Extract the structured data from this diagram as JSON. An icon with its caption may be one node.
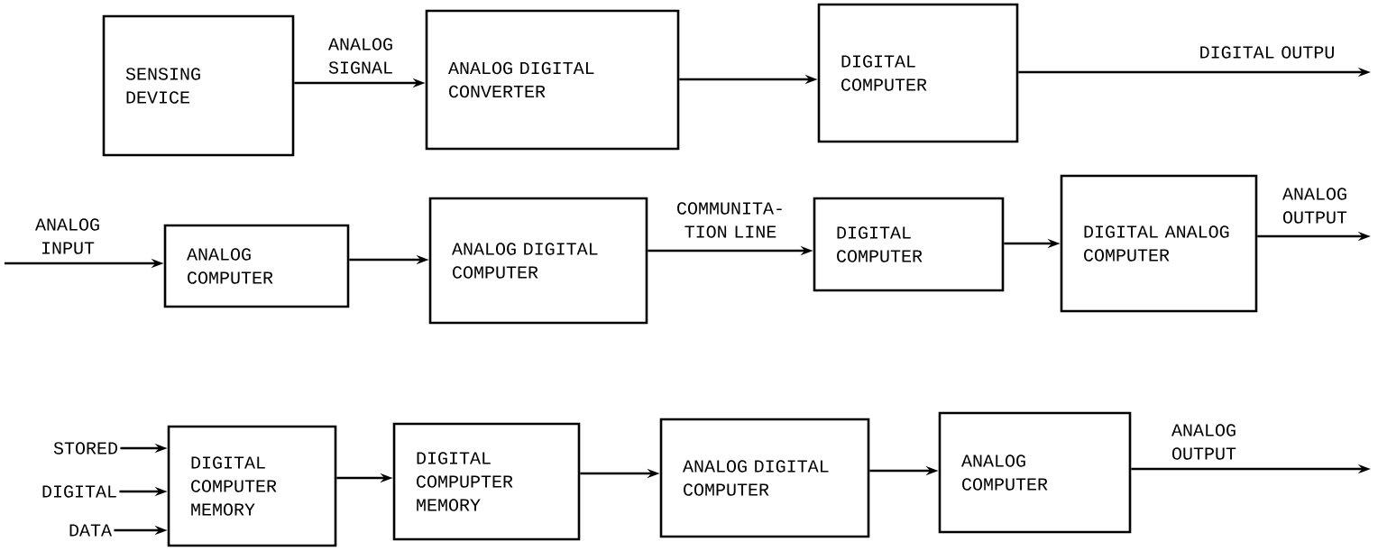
{
  "diagram": {
    "nodes": [
      {
        "text": [
          "SENSING DEVICE"
        ]
      },
      {
        "text": [
          "ANALOG DIGITAL CONVERTER"
        ]
      },
      {
        "text": [
          "DIGITAL COMPUTER"
        ]
      },
      {
        "text": [
          "ANALOG COMPUTER"
        ]
      },
      {
        "text": [
          "ANALOG DIGITAL COMPUTER"
        ]
      },
      {
        "text": [
          "DIGITAL COMPUTER"
        ]
      },
      {
        "text": [
          "DIGITAL ANALOG COMPUTER"
        ]
      },
      {
        "text": [
          "STORED"
        ]
      },
      {
        "text": [
          "DIGITAL"
        ]
      },
      {
        "text": [
          "DATA"
        ]
      },
      {
        "text": [
          "DIGITAL COMPUTER MEMORY"
        ]
      },
      {
        "text": [
          "DIGITAL COMPUPTER MEMORY"
        ]
      },
      {
        "text": [
          "ANALOG DIGITAL COMPUTER"
        ]
      },
      {
        "text": [
          "ANALOG COMPUTER"
        ]
      }
    ],
    "edges": [
      {
        "from": 0,
        "to": 1,
        "arrow": "to",
        "label": "ANALOG SIGNAL"
      },
      {
        "from": 1,
        "to": 2,
        "arrow": "to"
      },
      {
        "from": 2,
        "to": null,
        "arrow": "to",
        "label": "DIGITAL OUTPU"
      },
      {
        "from": null,
        "to": 3,
        "arrow": "to",
        "label": "ANALOG INPUT"
      },
      {
        "from": 3,
        "to": 4,
        "arrow": "to"
      },
      {
        "from": 4,
        "to": 5,
        "arrow": "to",
        "label": "COMMUNITA- TION LINE"
      },
      {
        "from": 5,
        "to": 6,
        "arrow": "to"
      },
      {
        "from": 6,
        "to": null,
        "arrow": "to",
        "label": "ANALOG OUTPUT"
      },
      {
        "from": 7,
        "to": 10,
        "arrow": "to"
      },
      {
        "from": 8,
        "to": 10,
        "arrow": "to"
      },
      {
        "from": 9,
        "to": 10,
        "arrow": "to"
      },
      {
        "from": 10,
        "to": 11,
        "arrow": "to"
      },
      {
        "from": 11,
        "to": 12,
        "arrow": "to"
      },
      {
        "from": 12,
        "to": 13,
        "arrow": "to"
      },
      {
        "from": 13,
        "to": null,
        "arrow": "to",
        "label": "ANALOG OUTPUT"
      }
    ]
  }
}
